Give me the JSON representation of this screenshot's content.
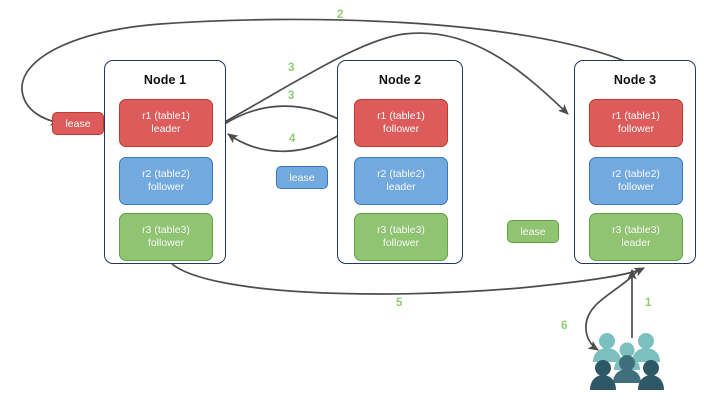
{
  "diagram": {
    "title": "Distributed lease / raft replica diagram",
    "colors": {
      "replica_red": "#de5b5b",
      "replica_red_border": "#c0392b",
      "replica_blue": "#72aadf",
      "replica_blue_border": "#3b78bd",
      "replica_green": "#8fc471",
      "replica_green_border": "#63a046",
      "node_border": "#1f3864",
      "edge": "#4d4d4d",
      "edge_label": "#8fce74",
      "people_light": "#7cbfc0",
      "people_dark": "#2f5866"
    },
    "nodes": [
      {
        "id": "node1",
        "title": "Node 1",
        "replicas": [
          {
            "name": "r1 (table1)",
            "role": "leader",
            "color": "red"
          },
          {
            "name": "r2 (table2)",
            "role": "follower",
            "color": "blue"
          },
          {
            "name": "r3 (table3)",
            "role": "follower",
            "color": "green"
          }
        ]
      },
      {
        "id": "node2",
        "title": "Node 2",
        "replicas": [
          {
            "name": "r1 (table1)",
            "role": "follower",
            "color": "red"
          },
          {
            "name": "r2 (table2)",
            "role": "leader",
            "color": "blue"
          },
          {
            "name": "r3 (table3)",
            "role": "follower",
            "color": "green"
          }
        ]
      },
      {
        "id": "node3",
        "title": "Node 3",
        "replicas": [
          {
            "name": "r1 (table1)",
            "role": "follower",
            "color": "red"
          },
          {
            "name": "r2 (table2)",
            "role": "follower",
            "color": "blue"
          },
          {
            "name": "r3 (table3)",
            "role": "leader",
            "color": "green"
          }
        ]
      }
    ],
    "leases": [
      {
        "id": "lease-table1",
        "label": "lease",
        "color": "red"
      },
      {
        "id": "lease-table2",
        "label": "lease",
        "color": "blue"
      },
      {
        "id": "lease-table3",
        "label": "lease",
        "color": "green"
      }
    ],
    "edge_labels": [
      {
        "id": "step-1",
        "label": "1"
      },
      {
        "id": "step-2",
        "label": "2"
      },
      {
        "id": "step-3a",
        "label": "3"
      },
      {
        "id": "step-3b",
        "label": "3"
      },
      {
        "id": "step-4",
        "label": "4"
      },
      {
        "id": "step-5",
        "label": "5"
      },
      {
        "id": "step-6",
        "label": "6"
      }
    ],
    "actor": {
      "id": "clients",
      "icon": "people-icon"
    }
  }
}
